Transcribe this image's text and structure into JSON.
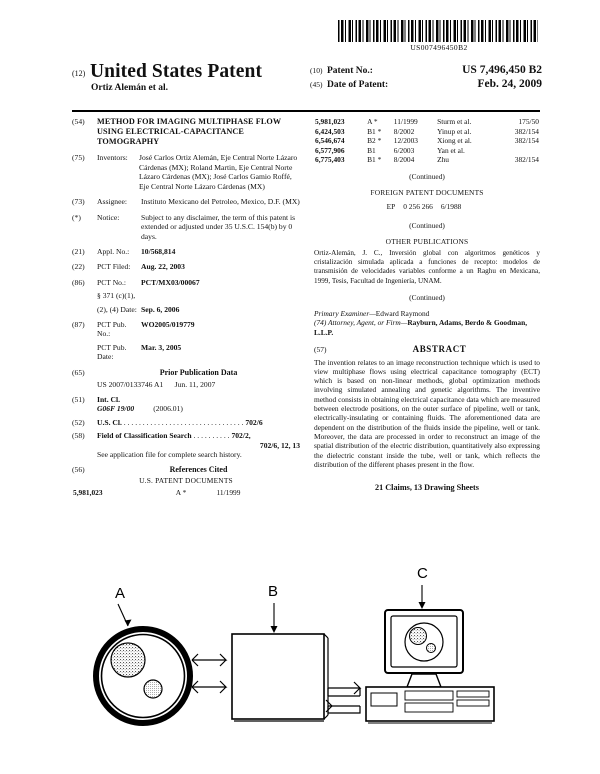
{
  "barcode": {
    "number": "US007496450B2"
  },
  "masthead": {
    "code_12": "(12)",
    "title": "United States Patent",
    "inventor_line": "Ortiz Alemán et al.",
    "patent_no_code": "(10)",
    "patent_no_label": "Patent No.:",
    "patent_no_value": "US 7,496,450 B2",
    "date_code": "(45)",
    "date_label": "Date of Patent:",
    "date_value": "Feb. 24, 2009"
  },
  "left": {
    "title": {
      "code": "(54)",
      "text": "METHOD FOR IMAGING MULTIPHASE FLOW USING ELECTRICAL-CAPACITANCE TOMOGRAPHY"
    },
    "inventors": {
      "code": "(75)",
      "label": "Inventors:",
      "text": "José Carlos Ortiz Alemán, Eje Central Norte Lázaro Cárdenas (MX); Roland Martin, Eje Central Norte Lázaro Cárdenas (MX); José Carlos Gamio Roffé, Eje Central Norte Lázaro Cárdenas (MX)"
    },
    "assignee": {
      "code": "(73)",
      "label": "Assignee:",
      "text": "Instituto Mexicano del Petroleo, Mexico, D.F. (MX)"
    },
    "notice": {
      "code": "(*)",
      "label": "Notice:",
      "text": "Subject to any disclaimer, the term of this patent is extended or adjusted under 35 U.S.C. 154(b) by 0 days."
    },
    "appl_no": {
      "code": "(21)",
      "label": "Appl. No.:",
      "value": "10/568,814"
    },
    "pct_filed": {
      "code": "(22)",
      "label": "PCT Filed:",
      "value": "Aug. 22, 2003"
    },
    "pct_no": {
      "code": "(86)",
      "label": "PCT No.:",
      "value": "PCT/MX03/00067"
    },
    "sec371": {
      "line1": "§ 371 (c)(1),",
      "line2_label": "(2), (4) Date:",
      "line2_value": "Sep. 6, 2006"
    },
    "pct_pub_no": {
      "code": "(87)",
      "label": "PCT Pub. No.:",
      "value": "WO2005/019779"
    },
    "pct_pub_date": {
      "label": "PCT Pub. Date:",
      "value": "Mar. 3, 2005"
    },
    "prior_pub": {
      "code": "(65)",
      "heading": "Prior Publication Data",
      "value": "US 2007/0133746 A1",
      "date": "Jun. 11, 2007"
    },
    "int_cl": {
      "code": "(51)",
      "label": "Int. Cl.",
      "class": "G06F 19/00",
      "edition": "(2006.01)"
    },
    "us_cl": {
      "code": "(52)",
      "label": "U.S. Cl.",
      "dots": " . . . . . . . . . . . . . . . . . . . . . . . . . . . . . . . . ",
      "value": "702/6"
    },
    "field_search": {
      "code": "(58)",
      "label": "Field of Classification Search",
      "dots": " . . . . . . . . . . ",
      "value": "702/2,",
      "value2": "702/6, 12, 13",
      "note": "See application file for complete search history."
    },
    "references": {
      "code": "(56)",
      "heading": "References Cited",
      "subheading": "U.S. PATENT DOCUMENTS"
    }
  },
  "right": {
    "us_patents": [
      {
        "num": "5,981,023",
        "kind": "A *",
        "date": "11/1999",
        "who": "Sturm et al.",
        "dots": " . . . . . . . . . . . . . . . ",
        "cls": "175/50"
      },
      {
        "num": "6,424,503",
        "kind": "B1 *",
        "date": "8/2002",
        "who": "Yinup et al.",
        "dots": " . . . . . . ",
        "cls": "382/154"
      },
      {
        "num": "6,546,674",
        "kind": "B2 *",
        "date": "12/2003",
        "who": "Xiong et al.",
        "dots": " . . . . . . ",
        "cls": "382/154"
      },
      {
        "num": "6,577,906",
        "kind": "B1",
        "date": "6/2003",
        "who": "Yan et al.",
        "dots": " . . . . . ",
        "cls": ""
      },
      {
        "num": "6,775,403",
        "kind": "B1 *",
        "date": "8/2004",
        "who": "Zhu",
        "dots": " . . . . . . . . . . . . . ",
        "cls": "382/154"
      }
    ],
    "continued_1": "(Continued)",
    "foreign_heading": "FOREIGN PATENT DOCUMENTS",
    "foreign_rows": [
      {
        "country": "EP",
        "num": "0 256 266",
        "date": "6/1988"
      }
    ],
    "continued_2": "(Continued)",
    "other_pub_heading": "OTHER PUBLICATIONS",
    "other_pub_text": "Ortiz-Alemán, J. C., Inversión global con algoritmos genéticos y cristalización simulada aplicada a funciones de recepto: modelos de transmisión de velocidades variables conforme a un Raghu en Mexicana, 1999, Tesis, Facultad de Ingeniería, UNAM.",
    "continued_3": "(Continued)",
    "primary_examiner_label": "Primary Examiner—",
    "primary_examiner": "Edward Raymond",
    "attorney_label": "(74) Attorney, Agent, or Firm—",
    "attorney": "Rayburn, Adams, Berdo & Goodman, L.L.P.",
    "abstract_code": "(57)",
    "abstract_heading": "ABSTRACT",
    "abstract_text": "The invention relates to an image reconstruction technique which is used to view multiphase flows using electrical capacitance tomography (ECT) which is based on non-linear methods, global optimization methods involving simulated annealing and genetic algorithms. The inventive method consists in obtaining electrical capacitance data which are measured between electrode positions, on the outer surface of pipeline, well or tank, electrically-insulating or containing fluids. The aforementioned data are dependent on the distribution of the fluids inside the pipeline, well or tank. Moreover, the data are processed in order to reconstruct an image of the spatial distribution of the electric distribution, quantitatively also expressing the dielectric constant inside the tube, well or tank, which reflects the distribution of the different phases present in the flow.",
    "claims_line": "21 Claims, 13 Drawing Sheets"
  },
  "drawing": {
    "labels": {
      "a": "A",
      "b": "B",
      "c": "C"
    }
  }
}
